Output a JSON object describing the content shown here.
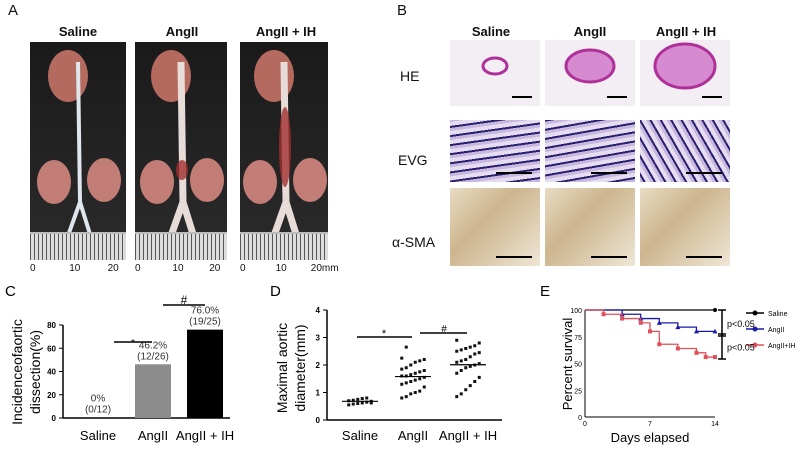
{
  "panelA": {
    "label": "A",
    "groups": [
      "Saline",
      "AngII",
      "AngII + IH"
    ],
    "ruler_labels": [
      [
        "0",
        "10",
        "20"
      ],
      [
        "0",
        "10",
        "20"
      ],
      [
        "0",
        "10",
        "20mm"
      ]
    ]
  },
  "panelB": {
    "label": "B",
    "groups": [
      "Saline",
      "AngII",
      "AngII + IH"
    ],
    "rows": [
      "HE",
      "EVG",
      "α-SMA"
    ]
  },
  "chart_data": [
    {
      "panel": "C",
      "type": "bar",
      "categories": [
        "Saline",
        "AngII",
        "AngII + IH"
      ],
      "values": [
        0,
        46.2,
        76.0
      ],
      "data_labels": [
        [
          "0%",
          "(0/12)"
        ],
        [
          "46.2%",
          "(12/26)"
        ],
        [
          "76.0%",
          "(19/25)"
        ]
      ],
      "ylabel": [
        "Incidenceofaortic",
        "dissection(%)"
      ],
      "ylim": [
        0,
        80
      ],
      "yticks": [
        0,
        20,
        40,
        60,
        80
      ],
      "colors": [
        "#ffffff",
        "#8c8c8c",
        "#000000"
      ],
      "significance": [
        {
          "between": [
            "Saline",
            "AngII"
          ],
          "symbol": "*"
        },
        {
          "between": [
            "AngII",
            "AngII + IH"
          ],
          "symbol": "#"
        }
      ]
    },
    {
      "panel": "D",
      "type": "scatter",
      "categories": [
        "Saline",
        "AngII",
        "AngII + IH"
      ],
      "ylabel": [
        "Maximal aortic",
        "diameter(mm)"
      ],
      "ylim": [
        0,
        4
      ],
      "yticks": [
        0,
        1,
        2,
        3,
        4
      ],
      "means": [
        0.68,
        1.58,
        2.01
      ],
      "series": [
        {
          "values": [
            0.55,
            0.58,
            0.6,
            0.62,
            0.65,
            0.68,
            0.7,
            0.72,
            0.75,
            0.78,
            0.8,
            0.62
          ]
        },
        {
          "values": [
            0.8,
            0.85,
            0.95,
            1.0,
            1.05,
            1.2,
            1.3,
            1.35,
            1.4,
            1.45,
            1.5,
            1.55,
            1.6,
            1.6,
            1.65,
            1.7,
            1.75,
            1.8,
            1.85,
            1.9,
            2.0,
            2.1,
            2.15,
            2.2,
            2.25,
            2.65
          ]
        },
        {
          "values": [
            0.85,
            0.95,
            1.1,
            1.25,
            1.4,
            1.55,
            1.7,
            1.8,
            1.9,
            1.95,
            2.0,
            2.05,
            2.1,
            2.15,
            2.2,
            2.3,
            2.4,
            2.45,
            2.5,
            2.55,
            2.6,
            2.65,
            2.7,
            2.8,
            2.9
          ]
        }
      ],
      "significance": [
        {
          "between": [
            "Saline",
            "AngII"
          ],
          "symbol": "*"
        },
        {
          "between": [
            "AngII",
            "AngII + IH"
          ],
          "symbol": "#"
        }
      ]
    },
    {
      "panel": "E",
      "type": "line",
      "xlabel": "Days elapsed",
      "ylabel": "Percent survival",
      "xlim": [
        0,
        14
      ],
      "ylim": [
        0,
        100
      ],
      "xticks": [
        0,
        7,
        14
      ],
      "yticks": [
        0,
        25,
        50,
        75,
        100
      ],
      "legend_position": "right",
      "series": [
        {
          "name": "Saline",
          "color": "#000000",
          "marker": "circle",
          "x": [
            0,
            14
          ],
          "y": [
            100,
            100
          ]
        },
        {
          "name": "AngII",
          "color": "#1a1aa8",
          "marker": "triangle",
          "x": [
            0,
            4,
            6,
            8,
            10,
            12,
            14
          ],
          "y": [
            100,
            96,
            92,
            88,
            84,
            80,
            80
          ]
        },
        {
          "name": "AngII+IH",
          "color": "#e0505a",
          "marker": "square",
          "x": [
            0,
            2,
            4,
            6,
            7,
            8,
            10,
            12,
            13,
            14
          ],
          "y": [
            100,
            96,
            92,
            88,
            80,
            68,
            64,
            60,
            56,
            56
          ]
        }
      ],
      "annotations": [
        "p<0.05",
        "p<0.05"
      ]
    }
  ]
}
